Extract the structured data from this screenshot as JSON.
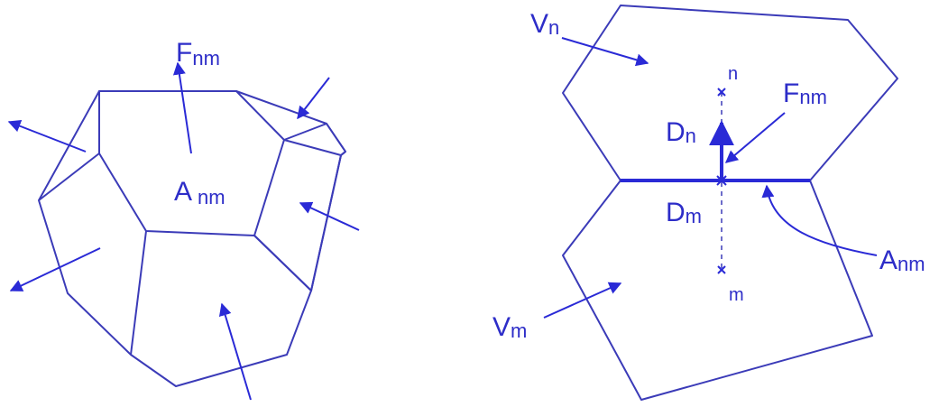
{
  "colors": {
    "stroke": "#3b3bb8",
    "arrow": "#2a2ad6",
    "text": "#2d2dc8"
  },
  "left_diagram": {
    "force_label": {
      "main": "F",
      "sub": "nm"
    },
    "area_label": {
      "main": "A",
      "sub": "nm"
    }
  },
  "right_diagram": {
    "volume_n_label": {
      "main": "V",
      "sub": "n"
    },
    "volume_m_label": {
      "main": "V",
      "sub": "m"
    },
    "force_label": {
      "main": "F",
      "sub": "nm"
    },
    "area_label": {
      "main": "A",
      "sub": "nm"
    },
    "displacement_n_label": {
      "main": "D",
      "sub": "n"
    },
    "displacement_m_label": {
      "main": "D",
      "sub": "m"
    },
    "node_n_label": "n",
    "node_m_label": "m"
  }
}
